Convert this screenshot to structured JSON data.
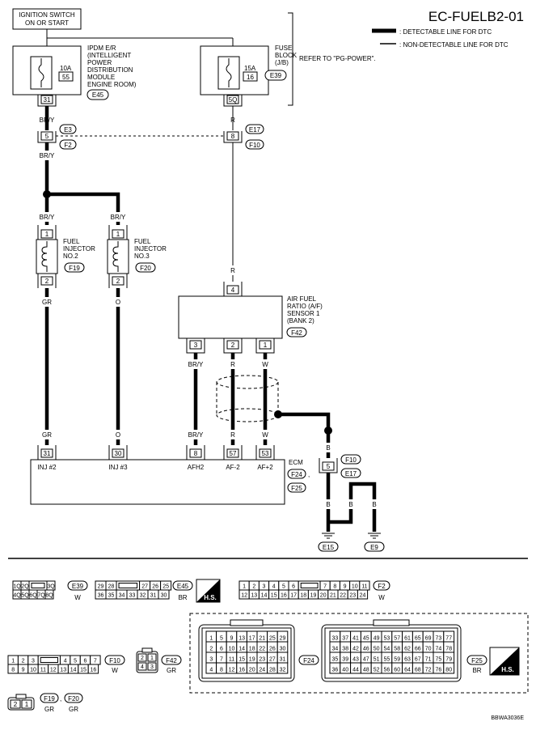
{
  "title": "EC-FUELB2-01",
  "legend": {
    "detectable": ": DETECTABLE LINE FOR DTC",
    "non_detectable": ": NON-DETECTABLE LINE FOR DTC"
  },
  "ignition": {
    "line1": "IGNITION SWITCH",
    "line2": "ON OR START"
  },
  "refer": "REFER TO \"PG-POWER\".",
  "ipdm": {
    "lines": [
      "IPDM E/R",
      "(INTELLIGENT",
      "POWER",
      "DISTRIBUTION",
      "MODULE",
      "ENGINE ROOM)"
    ],
    "fuse_amp": "10A",
    "fuse_no": "55",
    "connector": "E45",
    "pin": "31"
  },
  "fuse_block": {
    "lines": [
      "FUSE",
      "BLOCK",
      "(J/B)"
    ],
    "fuse_amp": "15A",
    "fuse_no": "16",
    "connector": "E39",
    "pin": "5Q"
  },
  "wires": {
    "bry": "BR/Y",
    "r": "R",
    "gr": "GR",
    "o": "O",
    "w": "W",
    "b": "B"
  },
  "joint_left": {
    "pin": "5",
    "c_top": "E3",
    "c_bot": "F2"
  },
  "joint_right": {
    "pin": "8",
    "c_top": "E17",
    "c_bot": "F10"
  },
  "injector2": {
    "lines": [
      "FUEL",
      "INJECTOR",
      "NO.2"
    ],
    "connector": "F19",
    "pin_top": "1",
    "pin_bot": "2"
  },
  "injector3": {
    "lines": [
      "FUEL",
      "INJECTOR",
      "NO.3"
    ],
    "connector": "F20",
    "pin_top": "1",
    "pin_bot": "2"
  },
  "af_sensor": {
    "lines": [
      "AIR FUEL",
      "RATIO (A/F)",
      "SENSOR 1",
      "(BANK 2)"
    ],
    "connector": "F42",
    "pin_top": "4",
    "pins_bot": [
      "3",
      "2",
      "1"
    ]
  },
  "ecm": {
    "label": "ECM",
    "conn1": "F24",
    "sep": ",",
    "conn2": "F25",
    "pins": [
      "31",
      "30",
      "8",
      "57",
      "53"
    ],
    "terms": [
      "INJ #2",
      "INJ #3",
      "AFH2",
      "AF-2",
      "AF+2"
    ]
  },
  "ground_joint": {
    "pin": "5",
    "c_top": "F10",
    "c_bot": "E17"
  },
  "grounds": [
    "E15",
    "E9"
  ],
  "connectors": {
    "e39": {
      "id": "E39",
      "color": "W",
      "row1": [
        "1Q",
        "2Q",
        "",
        "3Q"
      ],
      "row2": [
        "4Q",
        "5Q",
        "6Q",
        "7Q",
        "8Q"
      ]
    },
    "e45": {
      "id": "E45",
      "color": "BR",
      "row1": [
        "29",
        "28",
        "",
        "27",
        "26",
        "25"
      ],
      "row2": [
        "36",
        "35",
        "34",
        "33",
        "32",
        "31",
        "30"
      ]
    },
    "f2": {
      "id": "F2",
      "color": "W",
      "row1": [
        "1",
        "2",
        "3",
        "4",
        "5",
        "6",
        "",
        "7",
        "8",
        "9",
        "10",
        "11"
      ],
      "row2": [
        "12",
        "13",
        "14",
        "15",
        "16",
        "17",
        "18",
        "19",
        "20",
        "21",
        "22",
        "23",
        "24"
      ]
    },
    "f10": {
      "id": "F10",
      "color": "W",
      "row1": [
        "1",
        "2",
        "3",
        "",
        "4",
        "5",
        "6",
        "7"
      ],
      "row2": [
        "8",
        "9",
        "10",
        "11",
        "12",
        "13",
        "14",
        "15",
        "16"
      ]
    },
    "f42": {
      "id": "F42",
      "color": "GR",
      "pins": [
        "2",
        "1",
        "4",
        "3"
      ]
    },
    "f24": {
      "id": "F24",
      "color": "",
      "rows": [
        [
          "1",
          "5",
          "9",
          "13",
          "17",
          "21",
          "25",
          "29"
        ],
        [
          "2",
          "6",
          "10",
          "14",
          "18",
          "22",
          "26",
          "30"
        ],
        [
          "3",
          "7",
          "11",
          "15",
          "19",
          "23",
          "27",
          "31"
        ],
        [
          "4",
          "8",
          "12",
          "16",
          "20",
          "24",
          "28",
          "32"
        ]
      ]
    },
    "f25": {
      "id": "F25",
      "color": "BR",
      "rows": [
        [
          "33",
          "37",
          "41",
          "45",
          "49",
          "53",
          "57",
          "61",
          "65",
          "69",
          "73",
          "77"
        ],
        [
          "34",
          "38",
          "42",
          "46",
          "50",
          "54",
          "58",
          "62",
          "66",
          "70",
          "74",
          "78"
        ],
        [
          "35",
          "39",
          "43",
          "47",
          "51",
          "55",
          "59",
          "63",
          "67",
          "71",
          "75",
          "79"
        ],
        [
          "36",
          "40",
          "44",
          "48",
          "52",
          "56",
          "60",
          "64",
          "68",
          "72",
          "76",
          "80"
        ]
      ]
    },
    "f19f20": {
      "ids": [
        "F19",
        "F20"
      ],
      "sep": ",",
      "colors": [
        "GR",
        "GR"
      ],
      "pins": [
        "2",
        "1"
      ]
    }
  },
  "hs": "H.S.",
  "footer_code": "BBWA3036E"
}
